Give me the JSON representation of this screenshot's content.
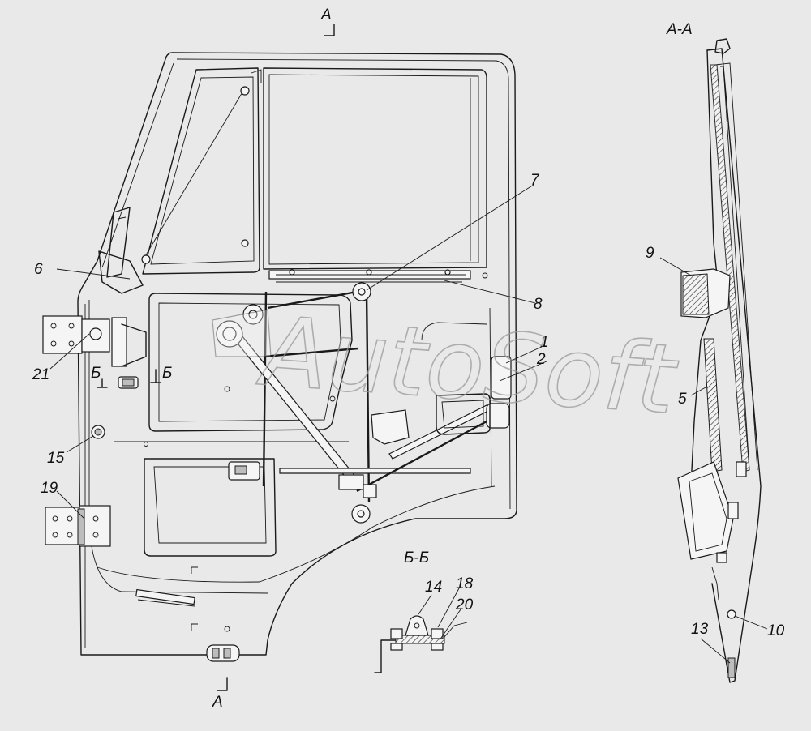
{
  "watermark": "AutoSoft",
  "section_labels": {
    "a_top": "A",
    "a_bottom": "A",
    "b_left": "Б",
    "b_right": "Б",
    "view_aa": "A-A",
    "view_bb": "Б-Б"
  },
  "callouts": {
    "c1": "1",
    "c2": "2",
    "c5": "5",
    "c6": "6",
    "c7": "7",
    "c8": "8",
    "c9": "9",
    "c10": "10",
    "c13": "13",
    "c14": "14",
    "c15": "15",
    "c18": "18",
    "c19": "19",
    "c20": "20",
    "c21": "21"
  }
}
